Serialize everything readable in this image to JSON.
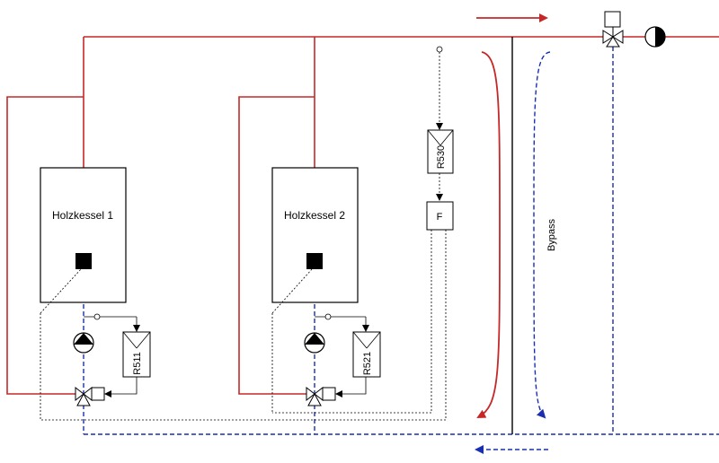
{
  "boilers": [
    {
      "label": "Holzkessel 1",
      "controller": "R511"
    },
    {
      "label": "Holzkessel 2",
      "controller": "R521"
    }
  ],
  "main_controller": "R530",
  "flow_sensor": "F",
  "bypass_label": "Bypass",
  "colors": {
    "supply": "#c62828",
    "return": "#1a2fb0",
    "signal": "#000000",
    "outline": "#000000"
  },
  "icons": [
    "pump-icon",
    "three-way-valve-icon",
    "actuator-icon",
    "sensor-icon",
    "controller-icon",
    "flow-arrow-icon"
  ]
}
